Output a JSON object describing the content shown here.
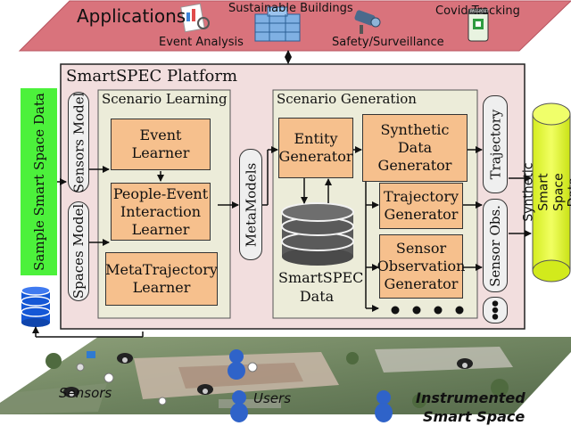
{
  "applications": {
    "title": "Applications",
    "items": {
      "sustainable_buildings": "Sustainable Buildings",
      "covid_tracking": "Covid Tracking",
      "event_analysis": "Event Analysis",
      "safety_surveillance": "Safety/Surveillance",
      "passport_badge": "PASSPORT"
    }
  },
  "platform": {
    "title": "SmartSPEC Platform",
    "models": {
      "sensors": "Sensors Model",
      "spaces": "Spaces Model"
    },
    "scenario_learning": {
      "title": "Scenario Learning",
      "event_learner": "Event Learner",
      "people_event_learner": "People-Event Interaction Learner",
      "metatrajectory_learner": "MetaTrajectory Learner"
    },
    "metamodels": "MetaModels",
    "scenario_generation": {
      "title": "Scenario Generation",
      "entity_generator": "Entity Generator",
      "synthetic_data_generator": "Synthetic Data Generator",
      "trajectory_generator": "Trajectory Generator",
      "sensor_observation_generator": "Sensor Observation Generator",
      "data_label": "SmartSPEC Data"
    },
    "outputs": {
      "trajectory": "Trajectory",
      "sensor_obs": "Sensor Obs."
    }
  },
  "sample_data": "Sample Smart Space Data",
  "synthetic_data": "Synthetic Smart Space Data",
  "space": {
    "sensors_label": "Sensors",
    "users_label": "Users",
    "title_line1": "Instrumented",
    "title_line2": "Smart Space"
  },
  "colors": {
    "applications_bg": "#d9737c",
    "platform_bg": "#f2dede",
    "section_bg": "#ececd9",
    "box_bg": "#f6c08d",
    "sample_bar": "#4cf13b",
    "cylinder": "#e7ff3a",
    "db_icon": "#1457d6"
  }
}
